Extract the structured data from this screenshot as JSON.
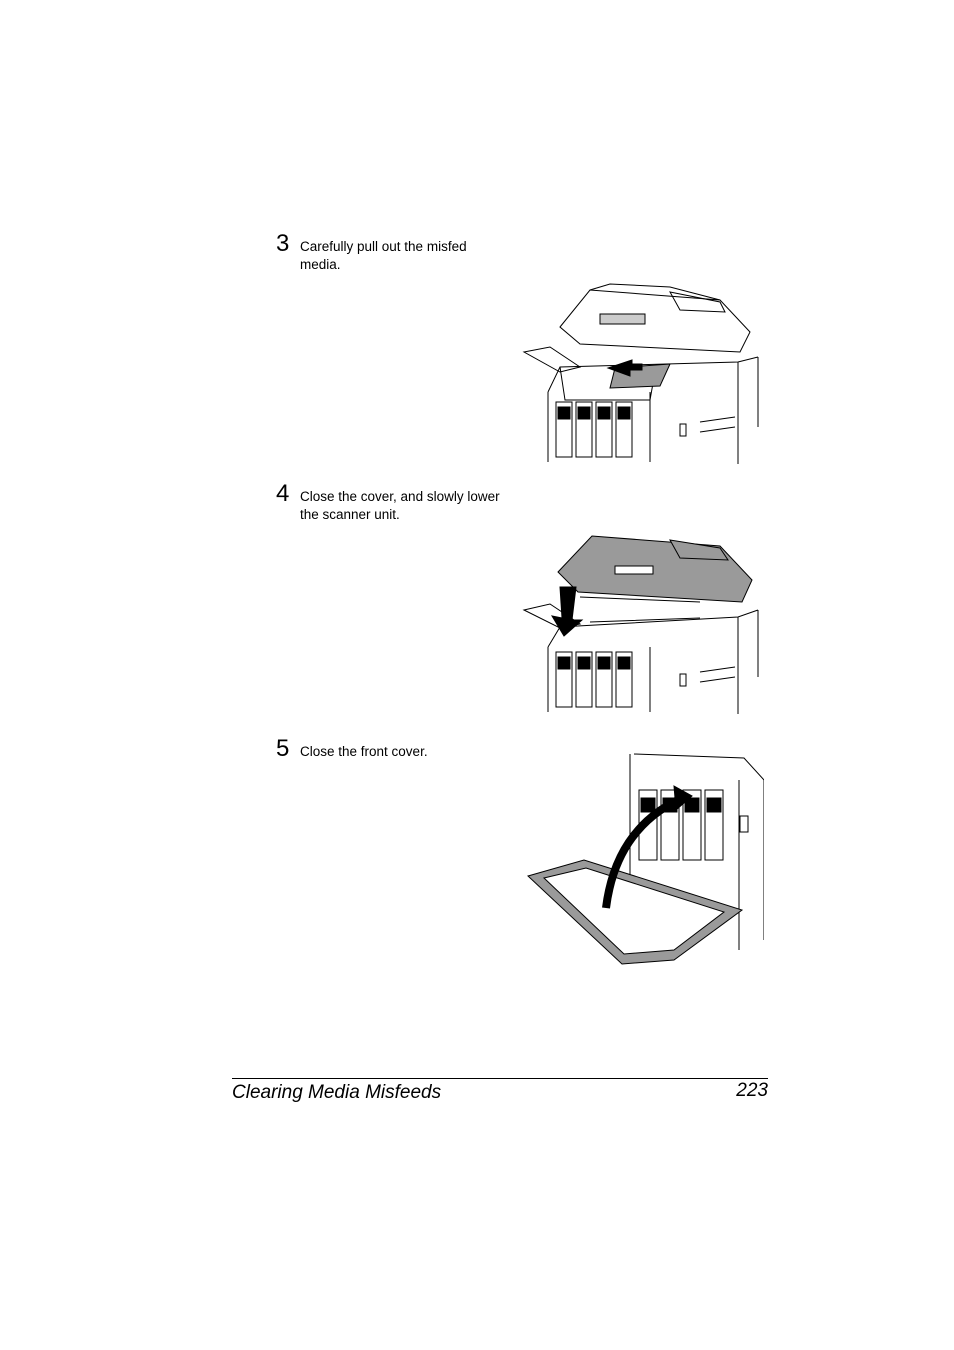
{
  "steps": [
    {
      "number": "3",
      "text": "Carefully pull out the misfed media.",
      "illustration": "printer-scanner-open-pull-media"
    },
    {
      "number": "4",
      "text": "Close the cover, and slowly lower the scanner unit.",
      "illustration": "printer-lower-scanner"
    },
    {
      "number": "5",
      "text": "Close the front cover.",
      "illustration": "printer-close-front-cover"
    }
  ],
  "footer": {
    "title": "Clearing Media Misfeeds",
    "page": "223"
  },
  "colors": {
    "text": "#000000",
    "line": "#000000",
    "fill_gray": "#9a9a9a"
  }
}
